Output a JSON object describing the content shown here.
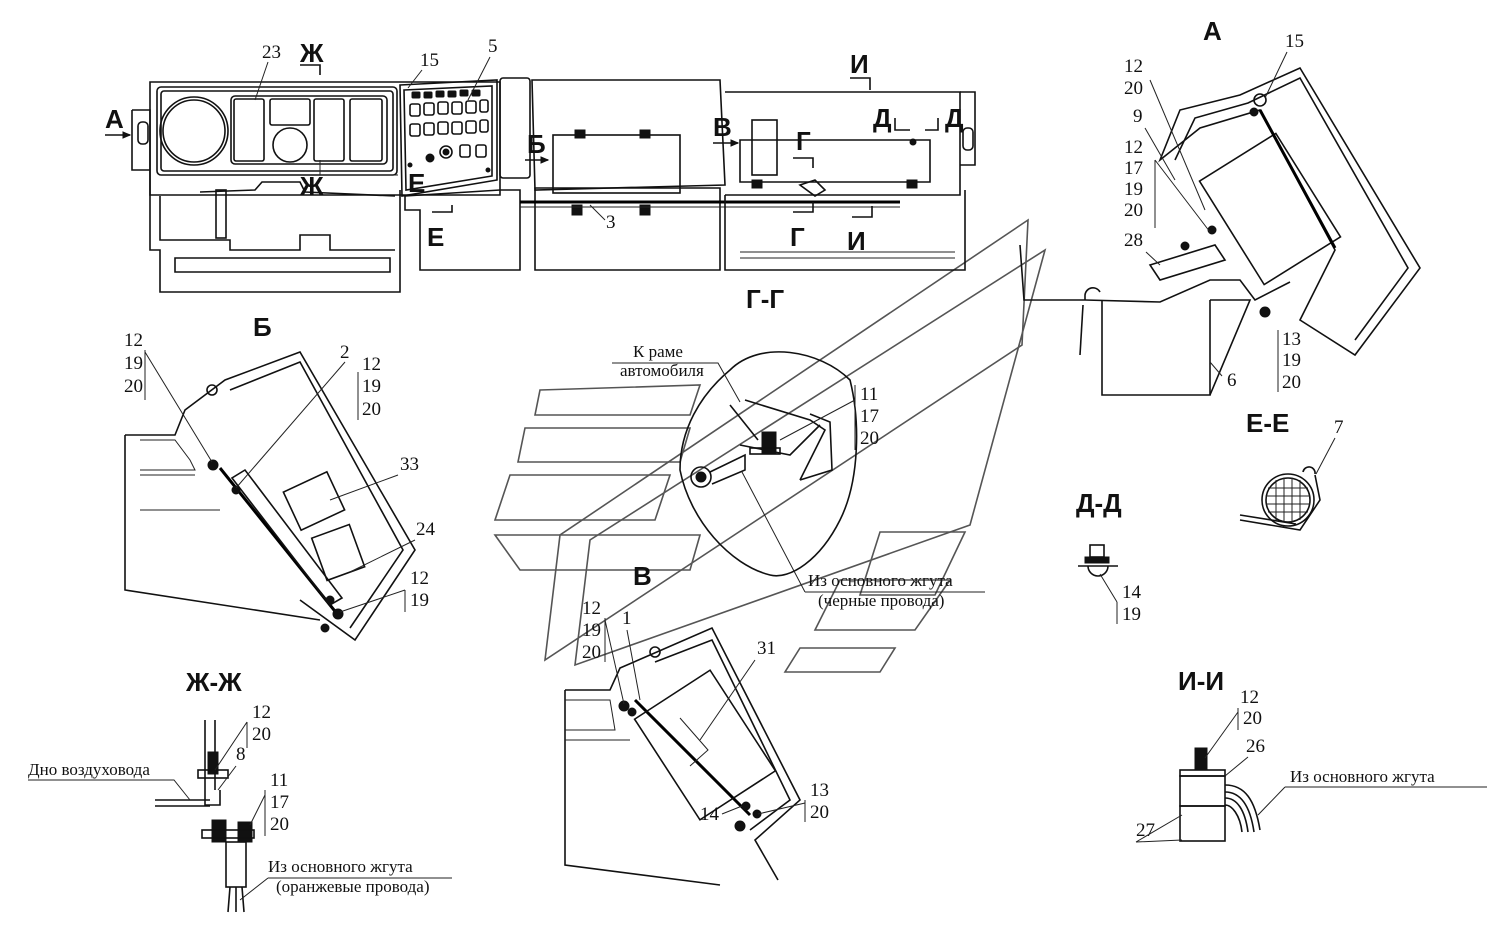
{
  "views": {
    "A": "А",
    "B": "Б",
    "V": "В",
    "GG": "Г-Г",
    "DD": "Д-Д",
    "EE": "Е-Е",
    "ZhZh": "Ж-Ж",
    "II": "И-И"
  },
  "cut_marks": {
    "A": "А",
    "B": "Б",
    "V": "В",
    "G": "Г",
    "D": "Д",
    "E": "Е",
    "Zh": "Ж",
    "I": "И"
  },
  "part_numbers": {
    "p1": "1",
    "p2": "2",
    "p3": "3",
    "p5": "5",
    "p6": "6",
    "p7": "7",
    "p8": "8",
    "p9": "9",
    "p11": "11",
    "p12": "12",
    "p13": "13",
    "p14": "14",
    "p15": "15",
    "p17": "17",
    "p19": "19",
    "p20": "20",
    "p23": "23",
    "p24": "24",
    "p26": "26",
    "p27": "27",
    "p28": "28",
    "p31": "31",
    "p33": "33"
  },
  "notes": {
    "to_frame_1": "К раме",
    "to_frame_2": "автомобиля",
    "main_harness_1": "Из основного жгута",
    "black_wires": "(черные провода)",
    "orange_wires": "(оранжевые провода)",
    "duct_bottom": "Дно воздуховода"
  }
}
